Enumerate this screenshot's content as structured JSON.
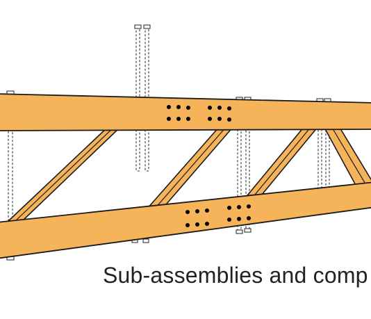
{
  "caption": "Sub-assemblies and comp",
  "colors": {
    "timber_fill": "#F5B35A",
    "timber_outline": "#1a1a1a",
    "bolt_fill": "#000000",
    "bolt_line": "#333333",
    "background": "#ffffff"
  },
  "components": {
    "top_chord": "timber-top-chord",
    "bottom_chord": "timber-bottom-chord",
    "web_members": "diagonal-timber-web-members",
    "bolt_groups": "bolt-hole-patterns",
    "bolts": "dashed-bolt-outlines"
  }
}
